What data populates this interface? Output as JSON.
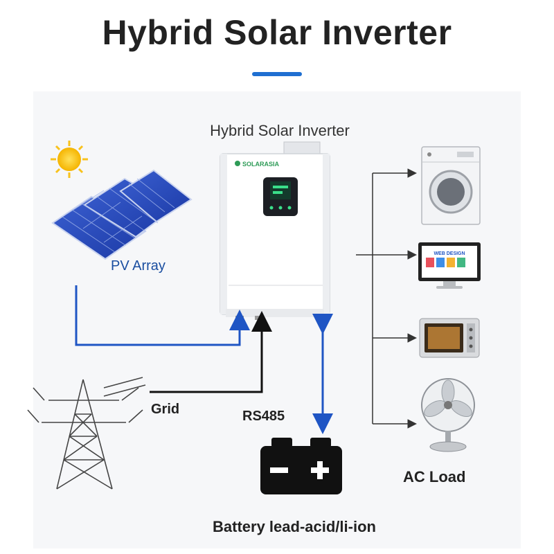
{
  "header": {
    "title": "Hybrid Solar Inverter",
    "accent_color": "#1f6fd1"
  },
  "diagram": {
    "inverter": {
      "label": "Hybrid Solar Inverter",
      "brand": "SOLARASIA"
    },
    "pv_array": {
      "label": "PV Array",
      "icon": "solar-panel-icon"
    },
    "grid": {
      "label": "Grid",
      "icon": "power-tower-icon"
    },
    "rs485": {
      "label": "RS485"
    },
    "battery": {
      "label": "Battery lead-acid/li-ion",
      "icon": "battery-icon"
    },
    "ac_load": {
      "label": "AC Load",
      "devices": [
        {
          "icon": "washing-machine-icon"
        },
        {
          "icon": "monitor-icon",
          "screen_text": "WEB DESIGN"
        },
        {
          "icon": "microwave-icon"
        },
        {
          "icon": "fan-icon"
        }
      ]
    },
    "colors": {
      "pv_line": "#1f55c4",
      "grid_line": "#111111",
      "battery_line": "#1f55c4",
      "load_line": "#333333"
    }
  }
}
